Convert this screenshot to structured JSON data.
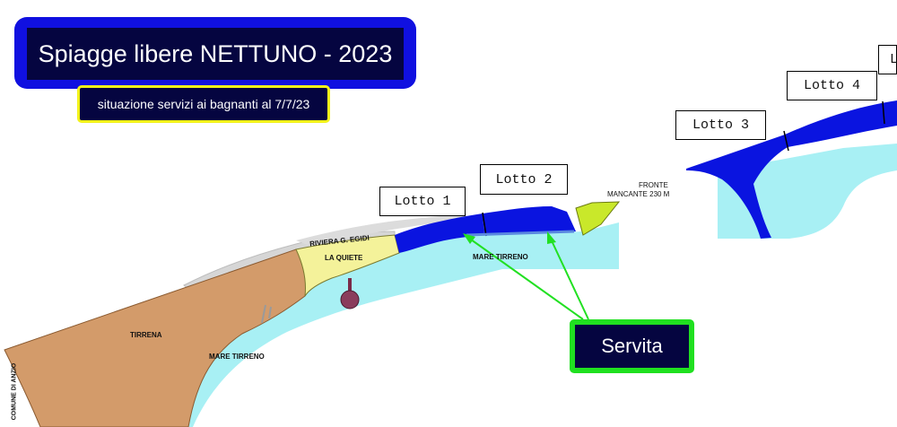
{
  "title": "Spiagge libere NETTUNO - 2023",
  "subtitle": "situazione servizi ai bagnanti al 7/7/23",
  "lots": [
    {
      "label": "Lotto 1"
    },
    {
      "label": "Lotto 2"
    },
    {
      "label": "Lotto 3"
    },
    {
      "label": "Lotto 4"
    },
    {
      "label": "L"
    }
  ],
  "legend": {
    "label": "Servita"
  },
  "map_labels": {
    "riviera": "RIVIERA G. EGIDI",
    "la_quiete": "LA QUIETE",
    "mare_tirreno_1": "MARE TIRRENO",
    "mare_tirreno_2": "MARE TIRRENO",
    "tirrena": "TIRRENA",
    "comune": "COMUNE DI ANZIO",
    "fronte_1": "FRONTE",
    "fronte_2": "MANCANTE 230 M"
  },
  "colors": {
    "served": "#0a14e0",
    "sea": "#a8f0f4",
    "land_tirrena": "#d39b6a",
    "la_quiete": "#f4f29a",
    "arrow": "#22e022",
    "title_blue": "#1010e0",
    "dark_navy": "#050540"
  }
}
